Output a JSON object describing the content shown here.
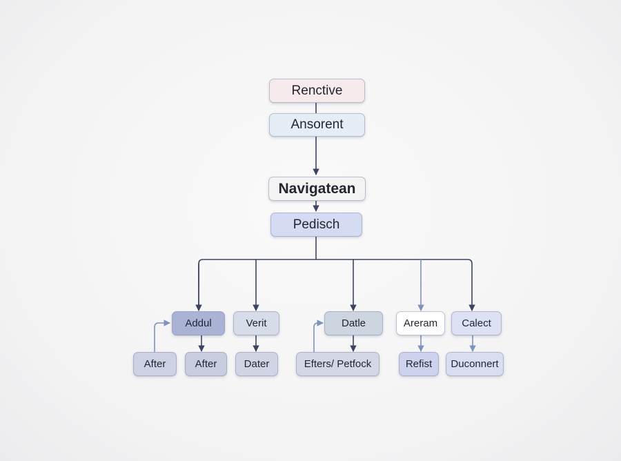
{
  "diagram": {
    "nodes": {
      "rencative": {
        "label": "Renctive",
        "color": "#f7eaec"
      },
      "ansorent": {
        "label": "Ansorent",
        "color": "#e5edf5"
      },
      "navigatean": {
        "label": "Navigatean",
        "color": "#f3f3f4"
      },
      "pedisch": {
        "label": "Pedisch",
        "color": "#d4dcf4"
      },
      "addul": {
        "label": "Addul",
        "color": "#aab3d6"
      },
      "verit": {
        "label": "Verit",
        "color": "#d6dde8"
      },
      "datle": {
        "label": "Datle",
        "color": "#ccd5e0"
      },
      "areram": {
        "label": "Areram",
        "color": "#ffffff"
      },
      "calect": {
        "label": "Calect",
        "color": "#dde1f4"
      },
      "after_left": {
        "label": "After",
        "color": "#cdd1e4"
      },
      "after_right": {
        "label": "After",
        "color": "#c9cde0"
      },
      "dater": {
        "label": "Dater",
        "color": "#d0d4e4"
      },
      "efters_petfock": {
        "label": "Efters/ Petfock",
        "color": "#d3d7e6"
      },
      "refist": {
        "label": "Refist",
        "color": "#cdd3ef"
      },
      "duconnert": {
        "label": "Duconnert",
        "color": "#d9def1"
      }
    },
    "edge_color": "#3c4465",
    "side_edge_color": "#7a93bf"
  }
}
